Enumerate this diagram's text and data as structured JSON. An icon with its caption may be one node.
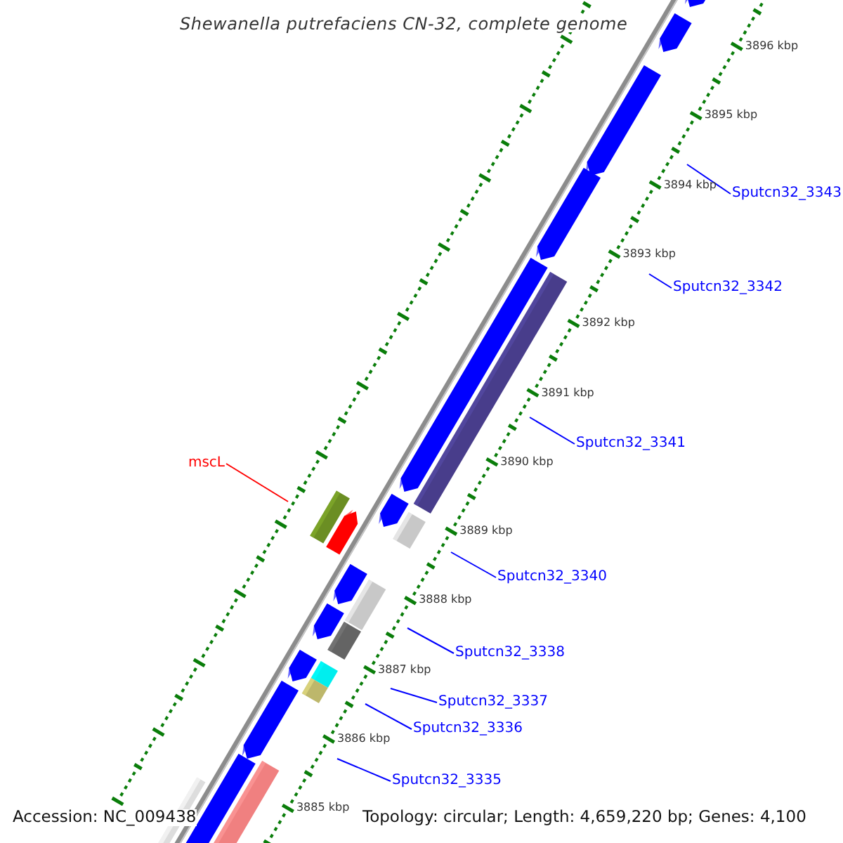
{
  "diagram": {
    "title": "Shewanella putrefaciens CN-32, complete genome",
    "nodes": [
      {
        "text": [
          "mscL"
        ]
      },
      {
        "text": [
          "Sputcn32_3343"
        ]
      },
      {
        "text": [
          "Sputcn32_3342"
        ]
      },
      {
        "text": [
          "Sputcn32_3341"
        ]
      },
      {
        "text": [
          "Sputcn32_3340"
        ]
      },
      {
        "text": [
          "Sputcn32_3338"
        ]
      },
      {
        "text": [
          "Sputcn32_3337"
        ]
      },
      {
        "text": [
          "Sputcn32_3336"
        ]
      },
      {
        "text": [
          "Sputcn32_3335"
        ]
      }
    ],
    "edges": [
      {
        "from": 0,
        "to": null,
        "arrow": "none",
        "color": "#ff0000"
      },
      {
        "from": 1,
        "to": null,
        "arrow": "none"
      },
      {
        "from": 2,
        "to": null,
        "arrow": "none"
      },
      {
        "from": 3,
        "to": null,
        "arrow": "none"
      },
      {
        "from": 4,
        "to": null,
        "arrow": "none"
      },
      {
        "from": 5,
        "to": null,
        "arrow": "none"
      },
      {
        "from": 6,
        "to": null,
        "arrow": "none"
      },
      {
        "from": 7,
        "to": null,
        "arrow": "none"
      },
      {
        "from": 8,
        "to": null,
        "arrow": "none"
      }
    ],
    "labels": [
      "3896 kbp",
      "3895 kbp",
      "3894 kbp",
      "3893 kbp",
      "3892 kbp",
      "3891 kbp",
      "3890 kbp",
      "3889 kbp",
      "3888 kbp",
      "3887 kbp",
      "3886 kbp",
      "3885 kbp",
      "Accession: NC_009438",
      "Topology: circular; Length: 4,659,220 bp; Genes: 4,100"
    ]
  }
}
